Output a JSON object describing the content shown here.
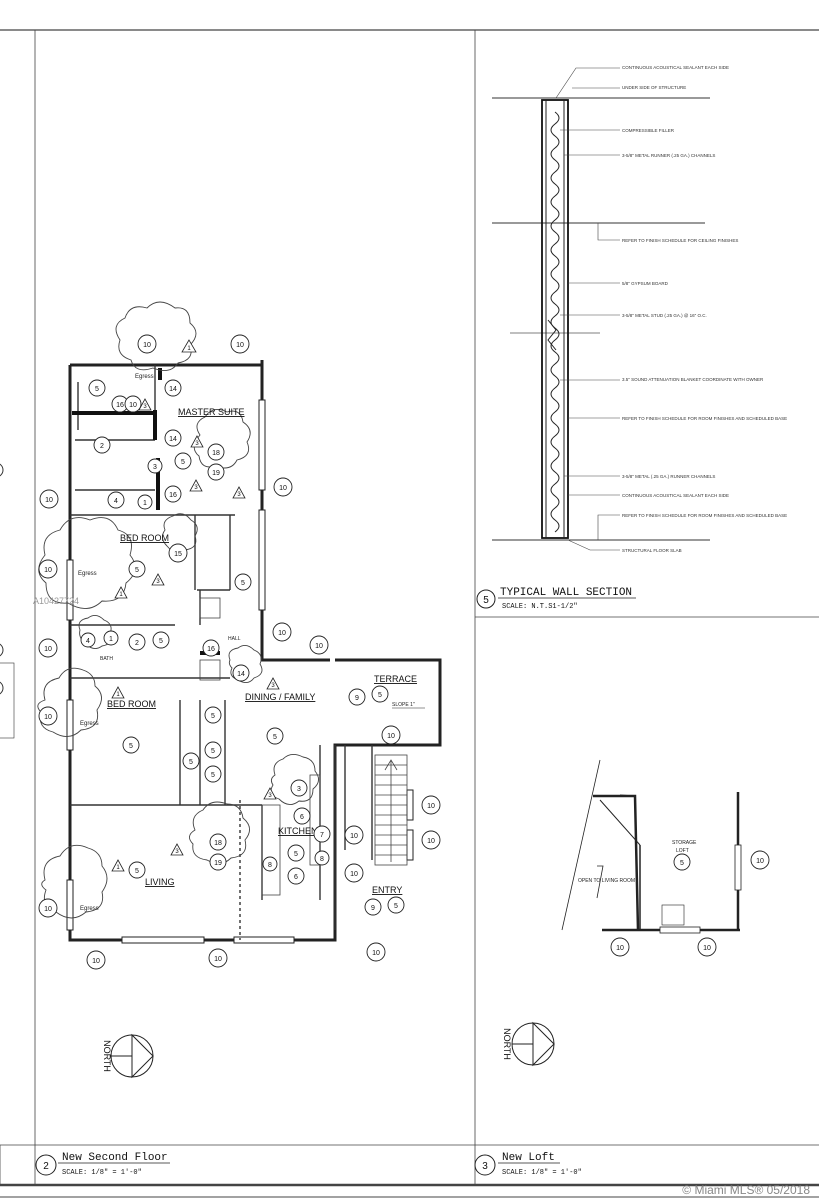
{
  "rooms": {
    "master_suite": "MASTER SUITE",
    "bed_room_1": "BED ROOM",
    "bed_room_2": "BED ROOM",
    "dining_family": "DINING / FAMILY",
    "terrace": "TERRACE",
    "kitchen": "KITCHEN",
    "living": "LIVING",
    "entry": "ENTRY",
    "bath": "BATH",
    "hall": "HALL",
    "egress": "Egress",
    "slope": "SLOPE 1\"",
    "storage": "STORAGE",
    "loft": "LOFT",
    "open_to_living": "OPEN TO LIVING ROOM"
  },
  "tags": {
    "t10": "10",
    "t5": "5",
    "t14": "14",
    "t16": "16",
    "t2": "2",
    "t4": "4",
    "t1": "1",
    "t18": "18",
    "t19": "19",
    "t15": "15",
    "t3": "3",
    "t6": "6",
    "t7": "7",
    "t8": "8",
    "t9": "9"
  },
  "wall_notes": [
    "CONTINUOUS ACOUSTICAL SEALANT EACH SIDE",
    "UNDER SIDE OF STRUCTURE",
    "COMPRESSIBLE FILLER",
    "3-5/8\" METAL RUNNER (.25 GA.) CHANNELS",
    "REFER TO FINISH SCHEDULE FOR CEILING FINISHES",
    "5/8\" GYPSUM BOARD",
    "3-5/8\" METAL STUD (.25 GA.) @ 16\" O.C.",
    "3.5\" SOUND ATTENUATION BLANKET COORDINATE WITH OWNER",
    "REFER TO FINISH SCHEDULE FOR ROOM FINISHES AND SCHEDULED BASE",
    "3-5/8\" METAL (.25 GA.) RUNNER CHANNELS",
    "CONTINUOUS ACOUSTICAL SEALANT EACH SIDE",
    "REFER TO FINISH SCHEDULE FOR ROOM FINISHES AND SCHEDULED BASE",
    "STRUCTURAL FLOOR SLAB"
  ],
  "titles": {
    "wall_section": {
      "num": "5",
      "title": "TYPICAL WALL SECTION",
      "scale": "SCALE:  N.T.S1-1/2\""
    },
    "second_floor": {
      "num": "2",
      "title": "New Second Floor",
      "scale": "SCALE:  1/8\" = 1'-0\""
    },
    "loft": {
      "num": "3",
      "title": "New Loft",
      "scale": "SCALE:  1/8\" = 1'-0\""
    }
  },
  "north_label": "NORTH",
  "watermark": "A10427724",
  "mls_watermark": "© Miami MLS® 05/2018"
}
